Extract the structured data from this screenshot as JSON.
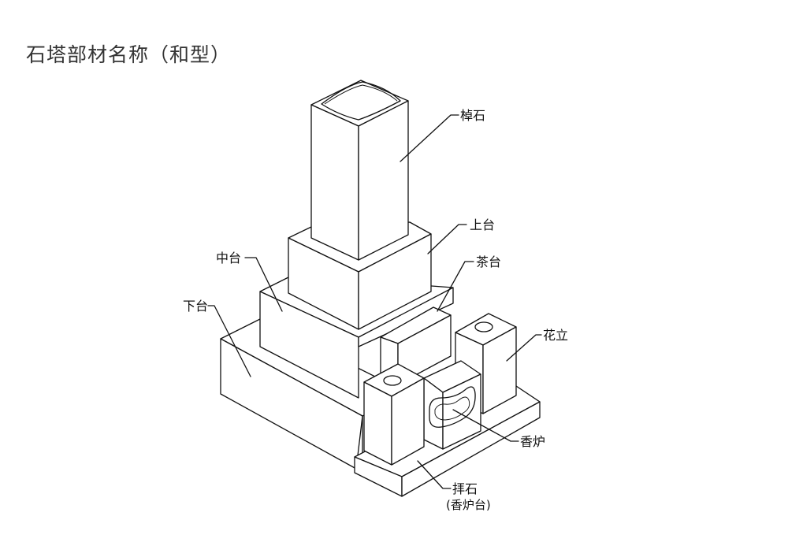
{
  "title": "石塔部材名称（和型）",
  "labels": {
    "saoishi": "棹石",
    "jodai": "上台",
    "chudai": "中台",
    "chadai": "茶台",
    "gedai": "下台",
    "hanatate": "花立",
    "koro": "香炉",
    "haiseki": "拝石",
    "haiseki_sub": "(香炉台)"
  }
}
